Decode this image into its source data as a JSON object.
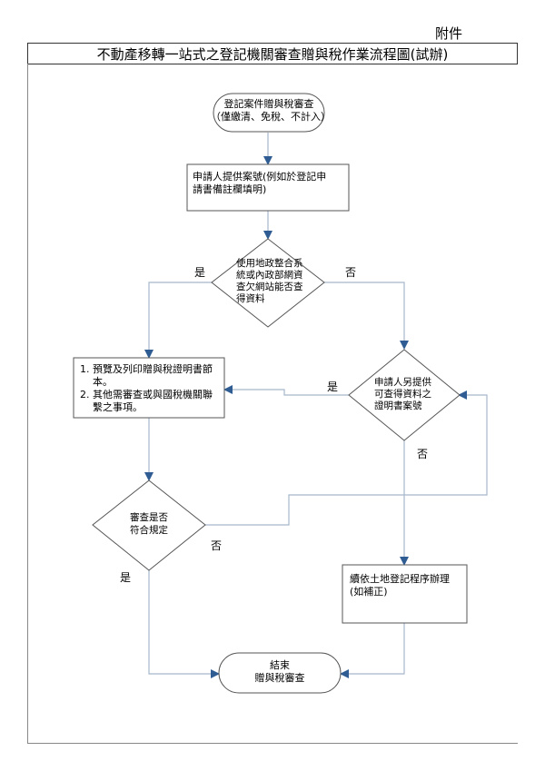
{
  "header": {
    "annex": "附件",
    "title": "不動產移轉一站式之登記機關審查贈與稅作業流程圖(試辦)"
  },
  "nodes": {
    "start": "登記案件贈與稅審查\n（僅繳清、免稅、不計入）",
    "provide_id": "申請人提供案號(例如於登記申\n請書備註欄填明)",
    "decision_query": "使用地政整合系\n統或內政部網資\n查欠網站能否查\n得資料",
    "print_items": [
      "預覽及列印贈與稅證明書節本。",
      "其他需審查或與國稅機關聯繫之事項。"
    ],
    "decision_other_cert": "申請人另提供\n可查得資料之\n證明書案號",
    "decision_compliant": "審查是否\n符合規定",
    "continue_process": "續依土地登記程序辦理\n(如補正)",
    "end": "結束\n贈與稅審查"
  },
  "labels": {
    "query_yes": "是",
    "query_no": "否",
    "cert_yes": "是",
    "cert_no": "否",
    "compliant_yes": "是",
    "compliant_no": "否"
  },
  "colors": {
    "box_border": "#555555",
    "arrow": "#2f5d93",
    "line": "#a7b8cc"
  }
}
